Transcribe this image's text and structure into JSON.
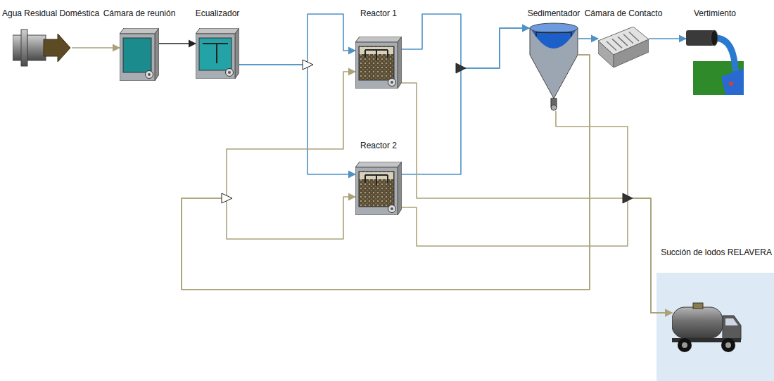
{
  "diagram": {
    "nodes": [
      {
        "text": [
          "Agua Residual Doméstica"
        ]
      },
      {
        "text": [
          "Cámara de reunión"
        ]
      },
      {
        "text": [
          "Ecualizador"
        ]
      },
      {
        "text": [
          "Reactor 1"
        ]
      },
      {
        "text": [
          "Reactor 2"
        ]
      },
      {
        "text": [
          "Sedimentador"
        ]
      },
      {
        "text": [
          "Cámara de Contacto"
        ]
      },
      {
        "text": [
          "Vertimiento"
        ]
      },
      {
        "text": [
          "Succión de lodos RELAVERA"
        ]
      }
    ],
    "edges": [
      {
        "from": 0,
        "to": 1,
        "arrow": "to"
      },
      {
        "from": 1,
        "to": 2,
        "arrow": "to"
      },
      {
        "from": 2,
        "to": 3,
        "arrow": "to"
      },
      {
        "from": 2,
        "to": 4,
        "arrow": "to"
      },
      {
        "from": 3,
        "to": 5,
        "arrow": "to"
      },
      {
        "from": 4,
        "to": 5,
        "arrow": "to"
      },
      {
        "from": 5,
        "to": 6,
        "arrow": "to"
      },
      {
        "from": 6,
        "to": 7,
        "arrow": "to"
      },
      {
        "from": 5,
        "to": 3,
        "arrow": "to"
      },
      {
        "from": 5,
        "to": 4,
        "arrow": "to"
      },
      {
        "from": 3,
        "to": 8,
        "arrow": "to"
      },
      {
        "from": 4,
        "to": 8,
        "arrow": "to"
      },
      {
        "from": 5,
        "to": 8,
        "arrow": "to"
      }
    ]
  }
}
